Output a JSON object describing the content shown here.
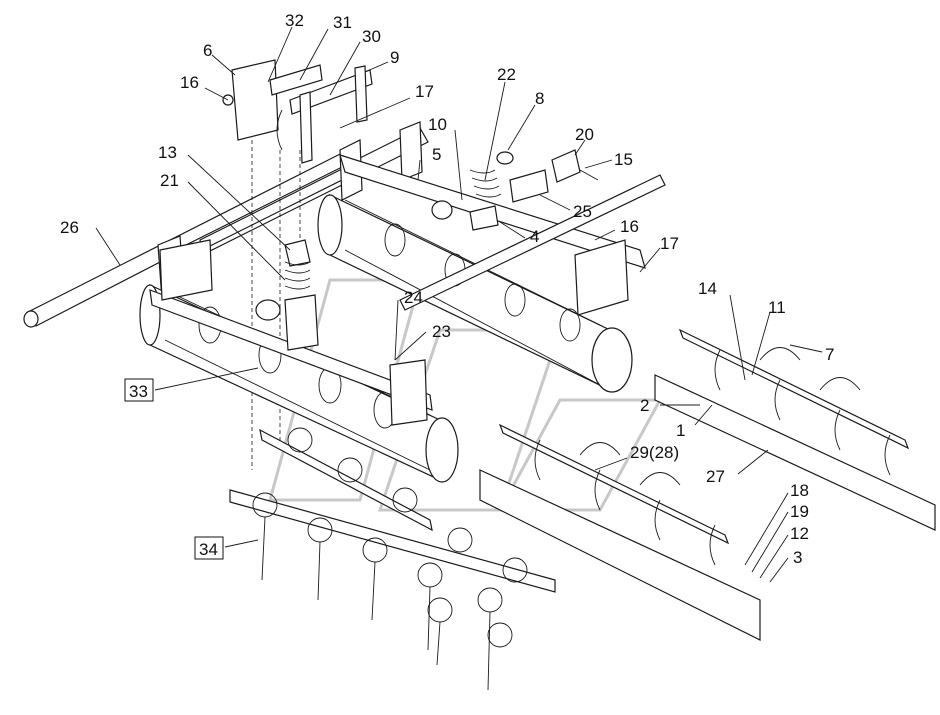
{
  "diagram": {
    "callouts": [
      {
        "id": "c32",
        "text": "32"
      },
      {
        "id": "c31",
        "text": "31"
      },
      {
        "id": "c30",
        "text": "30"
      },
      {
        "id": "c6",
        "text": "6"
      },
      {
        "id": "c9",
        "text": "9"
      },
      {
        "id": "c16a",
        "text": "16"
      },
      {
        "id": "c22",
        "text": "22"
      },
      {
        "id": "c8",
        "text": "8"
      },
      {
        "id": "c17a",
        "text": "17"
      },
      {
        "id": "c10",
        "text": "10"
      },
      {
        "id": "c20",
        "text": "20"
      },
      {
        "id": "c13",
        "text": "13"
      },
      {
        "id": "c5",
        "text": "5"
      },
      {
        "id": "c15",
        "text": "15"
      },
      {
        "id": "c21",
        "text": "21"
      },
      {
        "id": "c26",
        "text": "26"
      },
      {
        "id": "c25",
        "text": "25"
      },
      {
        "id": "c4",
        "text": "4"
      },
      {
        "id": "c16b",
        "text": "16"
      },
      {
        "id": "c17b",
        "text": "17"
      },
      {
        "id": "c14",
        "text": "14"
      },
      {
        "id": "c11",
        "text": "11"
      },
      {
        "id": "c24",
        "text": "24"
      },
      {
        "id": "c7",
        "text": "7"
      },
      {
        "id": "c23",
        "text": "23"
      },
      {
        "id": "c33",
        "text": "33"
      },
      {
        "id": "c2",
        "text": "2"
      },
      {
        "id": "c1",
        "text": "1"
      },
      {
        "id": "c29",
        "text": "29(28)"
      },
      {
        "id": "c27",
        "text": "27"
      },
      {
        "id": "c18",
        "text": "18"
      },
      {
        "id": "c19",
        "text": "19"
      },
      {
        "id": "c12",
        "text": "12"
      },
      {
        "id": "c3",
        "text": "3"
      },
      {
        "id": "c34",
        "text": "34"
      }
    ]
  }
}
